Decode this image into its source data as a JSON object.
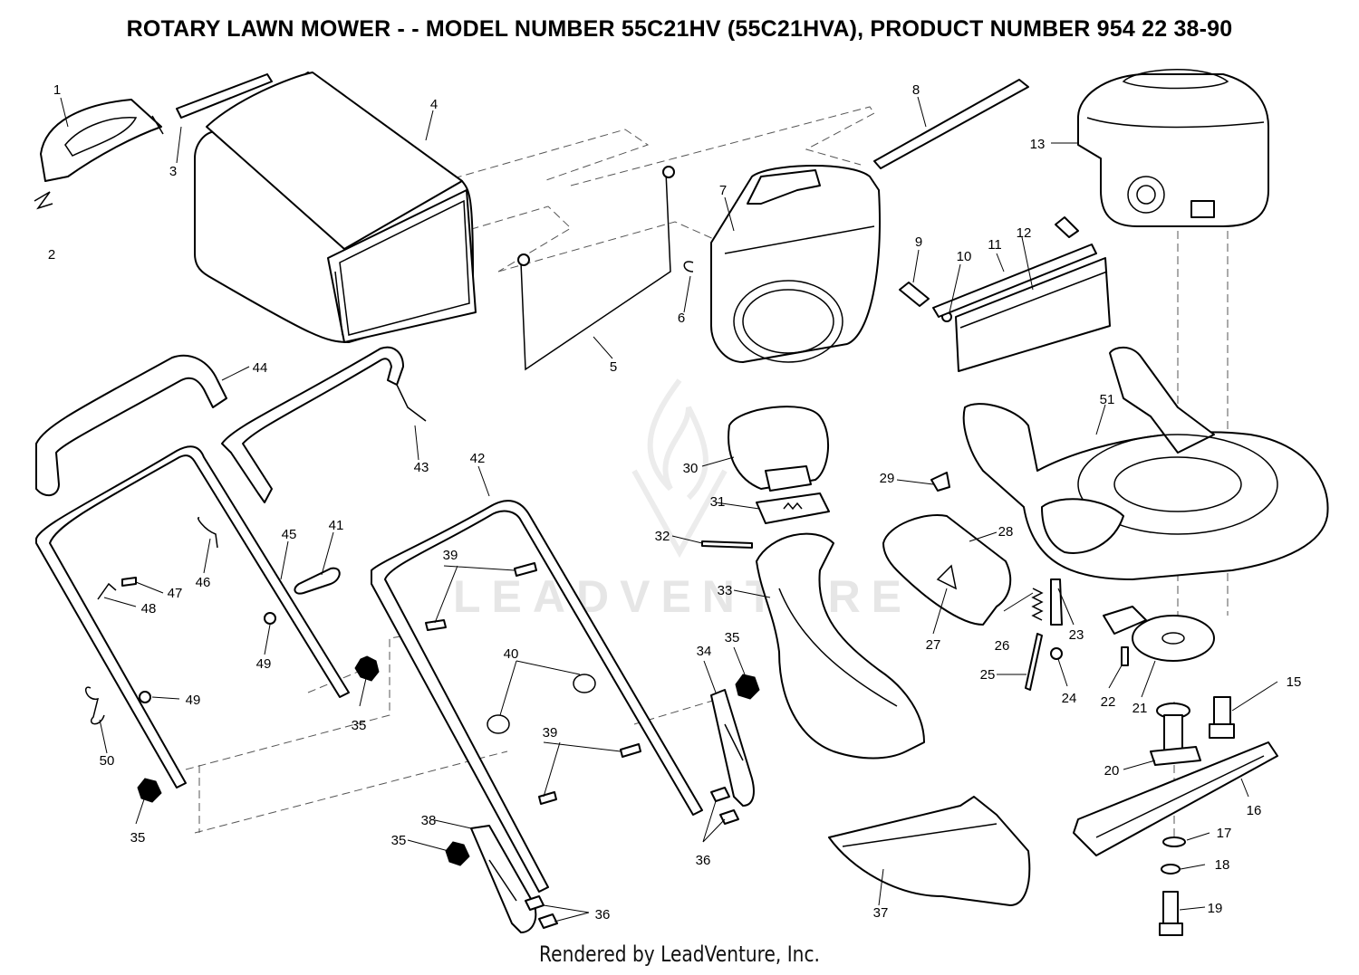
{
  "title": "ROTARY LAWN MOWER - - MODEL NUMBER 55C21HV (55C21HVA), PRODUCT NUMBER 954 22 38-90",
  "watermark": "LEADVENTURE",
  "footer": "Rendered by LeadVenture, Inc.",
  "labels": [
    "1",
    "2",
    "3",
    "4",
    "5",
    "6",
    "7",
    "8",
    "9",
    "10",
    "11",
    "12",
    "13",
    "15",
    "16",
    "17",
    "18",
    "19",
    "20",
    "21",
    "22",
    "23",
    "24",
    "25",
    "26",
    "27",
    "28",
    "29",
    "30",
    "31",
    "32",
    "33",
    "34",
    "35",
    "35",
    "35",
    "35",
    "35",
    "36",
    "36",
    "36",
    "37",
    "38",
    "39",
    "39",
    "40",
    "41",
    "42",
    "43",
    "44",
    "45",
    "46",
    "47",
    "48",
    "49",
    "49",
    "50",
    "51"
  ]
}
